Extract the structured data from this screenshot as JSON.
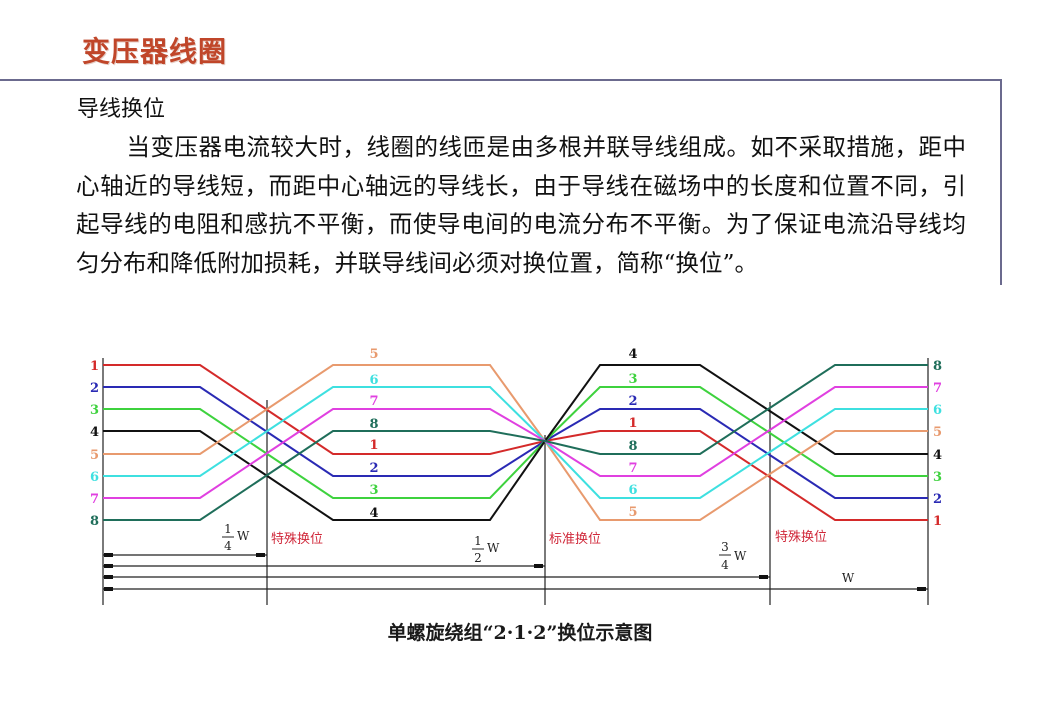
{
  "slide": {
    "title": "变压器线圈",
    "title_color": "#c0462a",
    "frame_color": "#6b6a8e"
  },
  "section": {
    "heading": "导线换位",
    "paragraph": "当变压器电流较大时，线圈的线匝是由多根并联导线组成。如不采取措施，距中心轴近的导线短，而距中心轴远的导线长，由于导线在磁场中的长度和位置不同，引起导线的电阻和感抗不平衡，而使导电间的电流分布不平衡。为了保证电流沿导线均匀分布和降低附加损耗，并联导线间必须对换位置，简称“换位”。"
  },
  "diagram": {
    "caption": "单螺旋绕组“2·1·2”换位示意图",
    "wire_colors": {
      "1": "#d42a2a",
      "2": "#2a2ab4",
      "3": "#3ed23e",
      "4": "#111111",
      "5": "#e89a6e",
      "6": "#3ee0e0",
      "7": "#e040e0",
      "8": "#1f6e5a"
    },
    "left_labels": [
      "1",
      "2",
      "3",
      "4",
      "5",
      "6",
      "7",
      "8"
    ],
    "segment2_labels": [
      "5",
      "6",
      "7",
      "8",
      "1",
      "2",
      "3",
      "4"
    ],
    "segment3_labels": [
      "4",
      "3",
      "2",
      "1",
      "8",
      "7",
      "6",
      "5"
    ],
    "right_labels": [
      "8",
      "7",
      "6",
      "5",
      "4",
      "3",
      "2",
      "1"
    ],
    "transposition_notes": {
      "first": "特殊换位",
      "middle": "标准换位",
      "last": "特殊换位"
    },
    "dimensions": {
      "quarter": {
        "num": "1",
        "den": "4",
        "unit": "W"
      },
      "half": {
        "num": "1",
        "den": "2",
        "unit": "W"
      },
      "three_quarter": {
        "num": "3",
        "den": "4",
        "unit": "W"
      },
      "full": {
        "unit": "W"
      }
    },
    "note_color": "#d0283a"
  }
}
